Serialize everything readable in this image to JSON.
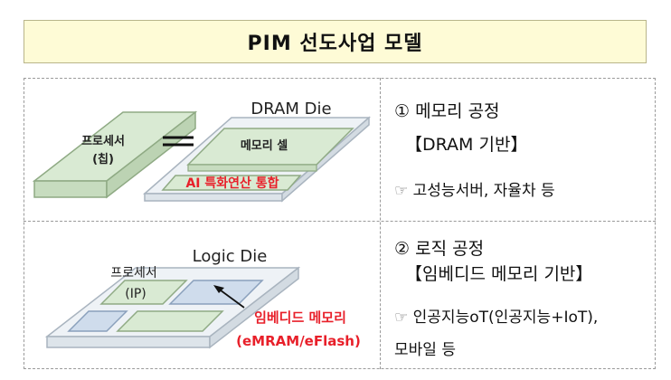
{
  "title": "PIM 선도사업 모델",
  "colors": {
    "title_bg": "#fefbd6",
    "panel_fill": "#d9ead3",
    "panel_stroke": "#8faa84",
    "die_fill": "#eef2f6",
    "die_stroke": "#a9b4bf",
    "blue_fill": "#cfdcec",
    "highlight": "#e8202a"
  },
  "dram_model": {
    "processor_label_line1": "프로세서",
    "processor_label_line2": "(칩)",
    "die_label": "DRAM Die",
    "memory_cell_label": "메모리 셀",
    "ai_label": "AI 특화연산 통합",
    "number": "①",
    "heading": "메모리 공정",
    "base": "【DRAM 기반】",
    "hand_icon": "☞",
    "example": "고성능서버, 자율차 등"
  },
  "logic_model": {
    "die_label": "Logic Die",
    "processor_label_line1": "프로세서",
    "processor_label_line2": "(IP)",
    "embedded_label_line1": "임베디드 메모리",
    "embedded_label_line2": "(eMRAM/eFlash)",
    "number": "②",
    "heading": "로직 공정",
    "base": "【임베디드 메모리 기반】",
    "hand_icon": "☞",
    "example_line1": "인공지능oT(인공지능+IoT),",
    "example_line2": "모바일 등"
  }
}
